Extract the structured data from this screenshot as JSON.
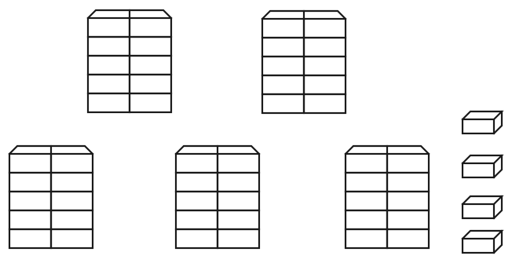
{
  "diagram": {
    "style": {
      "stroke_color": "#1a1a1a",
      "background": "#ffffff"
    },
    "stacks": {
      "count": 5,
      "columns_per_stack": 2,
      "blocks_per_column": 5,
      "blocks_per_stack": 10
    },
    "loose_blocks": {
      "count": 4
    }
  }
}
